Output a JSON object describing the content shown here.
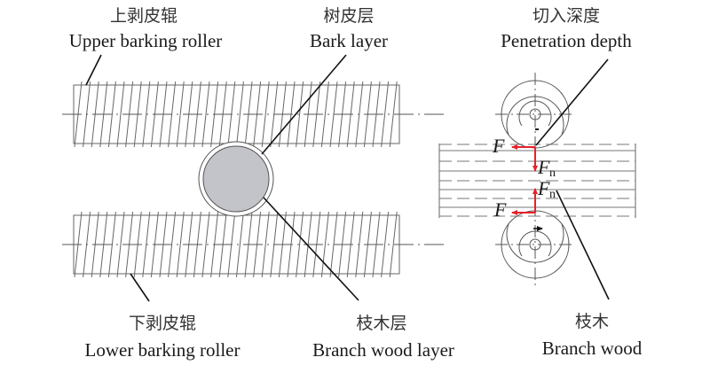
{
  "labels": {
    "upper_roller": {
      "zh": "上剥皮辊",
      "en": "Upper barking roller"
    },
    "bark_layer": {
      "zh": "树皮层",
      "en": "Bark layer"
    },
    "penetration_depth": {
      "zh": "切入深度",
      "en": "Penetration depth"
    },
    "lower_roller": {
      "zh": "下剥皮辊",
      "en": "Lower barking roller"
    },
    "branch_wood_layer": {
      "zh": "枝木层",
      "en": "Branch wood layer"
    },
    "branch_wood": {
      "zh": "枝木",
      "en": "Branch wood"
    }
  },
  "forces": {
    "tangential": "F",
    "normal": "F",
    "normal_subscript": "n"
  },
  "colors": {
    "line": "#555555",
    "leader": "#111111",
    "force_arrow": "#e8202a",
    "bark_fill": "#c3c4c9",
    "thread": "#666666"
  }
}
